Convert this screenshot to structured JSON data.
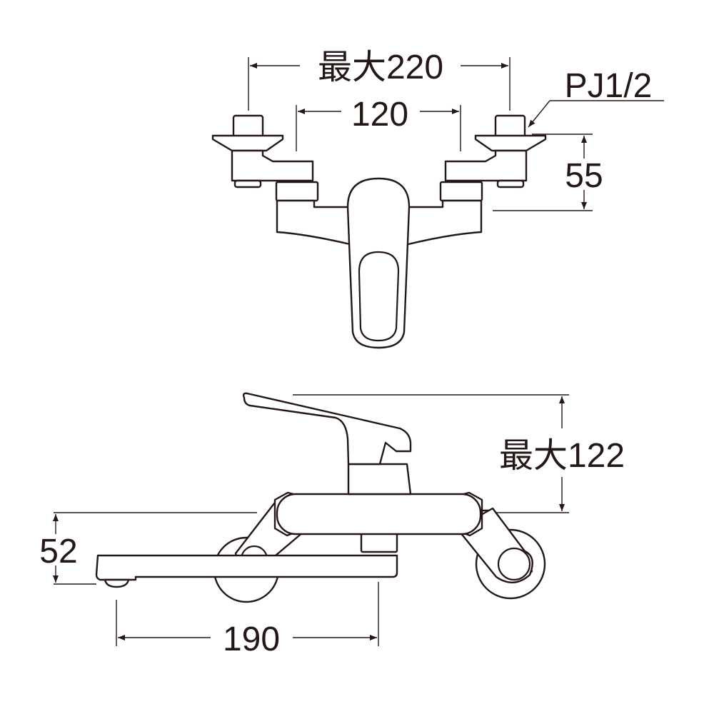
{
  "title": "Wall-mounted single-lever mixing faucet dimension drawing",
  "top_view": {
    "max_width_label": "最大220",
    "center_width_label": "120",
    "connection_label": "PJ1/2",
    "depth_label": "55"
  },
  "side_view": {
    "max_height_label": "最大122",
    "spout_height_label": "52",
    "spout_length_label": "190"
  },
  "colors": {
    "line": "#231815",
    "background": "#ffffff"
  }
}
